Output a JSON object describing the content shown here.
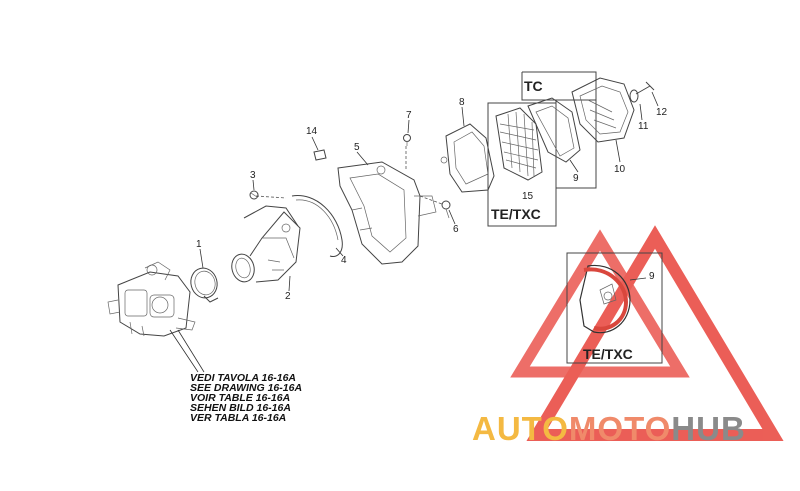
{
  "callouts": [
    "1",
    "2",
    "3",
    "4",
    "5",
    "6",
    "7",
    "8",
    "9",
    "10",
    "11",
    "12",
    "14",
    "15",
    "9"
  ],
  "boxes": {
    "tc": "TC",
    "te_txc_main": "TE/TXC",
    "te_txc_inset": "TE/TXC"
  },
  "reference_text": [
    "VEDI TAVOLA 16-16A",
    "SEE DRAWING 16-16A",
    "VOIR TABLE 16-16A",
    "SEHEN BILD 16-16A",
    "VER TABLA 16-16A"
  ],
  "watermark": {
    "auto": "AUTO",
    "moto": "MOTO",
    "hub": "HUB"
  },
  "colors": {
    "auto": "#f4b942",
    "moto": "#f08a6a",
    "hub": "#8a8a8a",
    "triangle": "#e8433a"
  }
}
